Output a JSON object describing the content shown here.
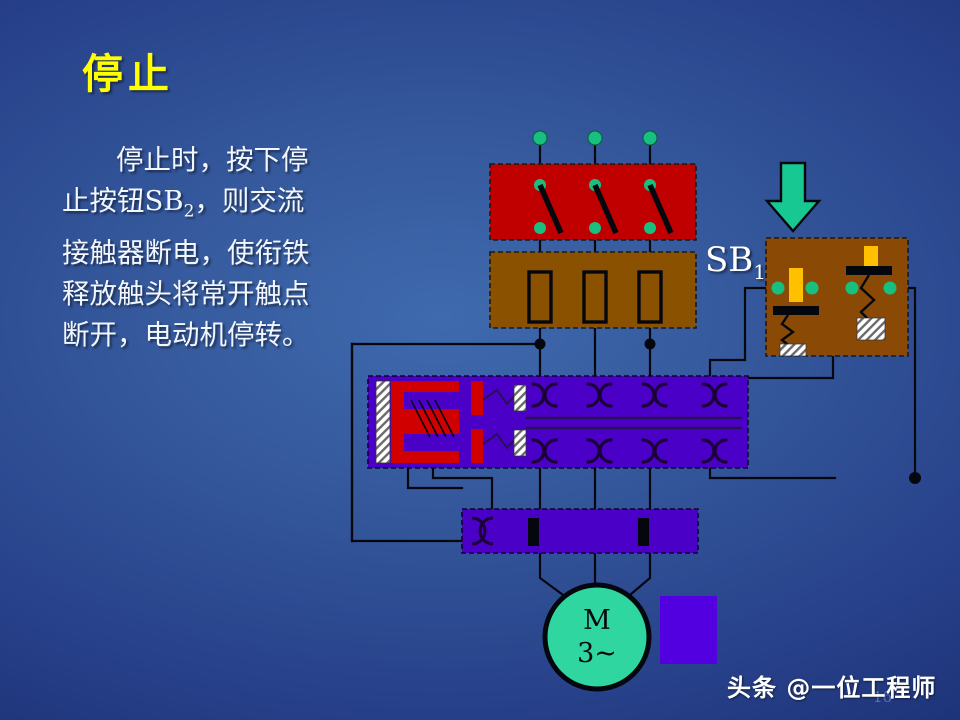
{
  "slide": {
    "title": "停止",
    "body_text": "停止时，按下停止按钮SB",
    "body_sub": "2",
    "body_text_2": "，则交流接触器断电，使衔铁释放触头将常开触点断开，电动机停转。",
    "page_number": "16",
    "watermark": "头条 @一位工程师",
    "background_color": "#27418a",
    "title_color": "#ffff00",
    "text_color": "#f2f6ff"
  },
  "diagram": {
    "labels": {
      "pushbutton_label": "SB",
      "pushbutton_label_sub": "1",
      "motor_label_line1": "M",
      "motor_label_line2": "3~"
    },
    "components": {
      "knife_switch": {
        "name": "三相刀开关",
        "fill": "#c00000",
        "poles": 3,
        "state": "open"
      },
      "fuse_box": {
        "name": "熔断器",
        "fill": "#8a5200",
        "count": 3
      },
      "contactor": {
        "name": "交流接触器",
        "fill": "#4b00c8",
        "coil_fill": "#d00000",
        "contact_pairs": 4,
        "state": "released"
      },
      "pushbutton_box": {
        "name": "按钮盒",
        "fill": "#8a4a06",
        "buttons": [
          {
            "id": "SB2",
            "role": "stop",
            "state": "pressed",
            "cap_color": "#ffc000"
          },
          {
            "id": "SB1",
            "role": "start",
            "state": "released",
            "cap_color": "#ffc000"
          }
        ]
      },
      "thermal_relay": {
        "name": "热继电器",
        "fill": "#4b00c8",
        "heater_count": 2
      },
      "motor": {
        "name": "三相异步电动机",
        "fill": "#2fd6a0",
        "stroke": "#000000"
      },
      "arrow": {
        "name": "按压指示箭头",
        "fill": "#17c893",
        "direction": "down"
      },
      "terminal_color": "#17c07f",
      "wire_color": "#000000"
    }
  }
}
